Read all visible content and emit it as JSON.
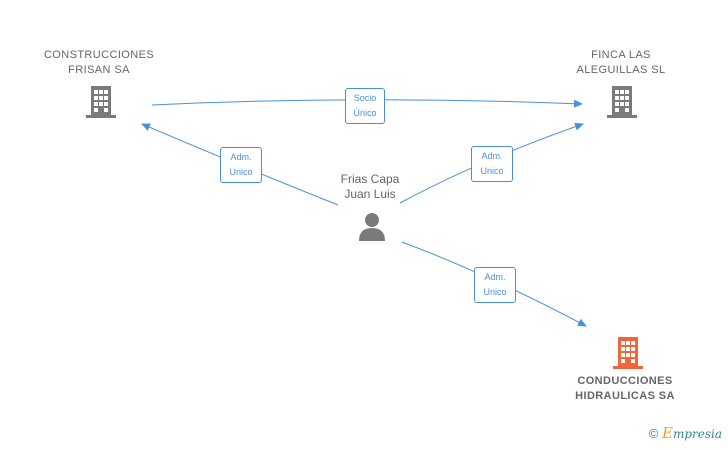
{
  "nodes": {
    "construcciones": {
      "line1": "CONSTRUCCIONES",
      "line2": "FRISAN SA",
      "color": "#7a7a7a",
      "icon": "building-icon"
    },
    "finca": {
      "line1": "FINCA LAS",
      "line2": "ALEGUILLAS SL",
      "color": "#7a7a7a",
      "icon": "building-icon"
    },
    "conducciones": {
      "line1": "CONDUCCIONES",
      "line2": "HIDRAULICAS SA",
      "color": "#f0663a",
      "icon": "building-icon"
    },
    "person": {
      "line1": "Frias Capa",
      "line2": "Juan Luis",
      "color": "#7a7a7a",
      "icon": "person-icon"
    }
  },
  "edges": {
    "socio": {
      "line1": "Socio",
      "line2": "Único"
    },
    "adm_construcciones": {
      "line1": "Adm.",
      "line2": "Unico"
    },
    "adm_finca": {
      "line1": "Adm.",
      "line2": "Unico"
    },
    "adm_conducciones": {
      "line1": "Adm.",
      "line2": "Unico"
    }
  },
  "colors": {
    "edge": "#4a90d9",
    "label_text": "#666666"
  },
  "brand": {
    "copyright": "©",
    "e": "E",
    "rest": "mpresia"
  }
}
